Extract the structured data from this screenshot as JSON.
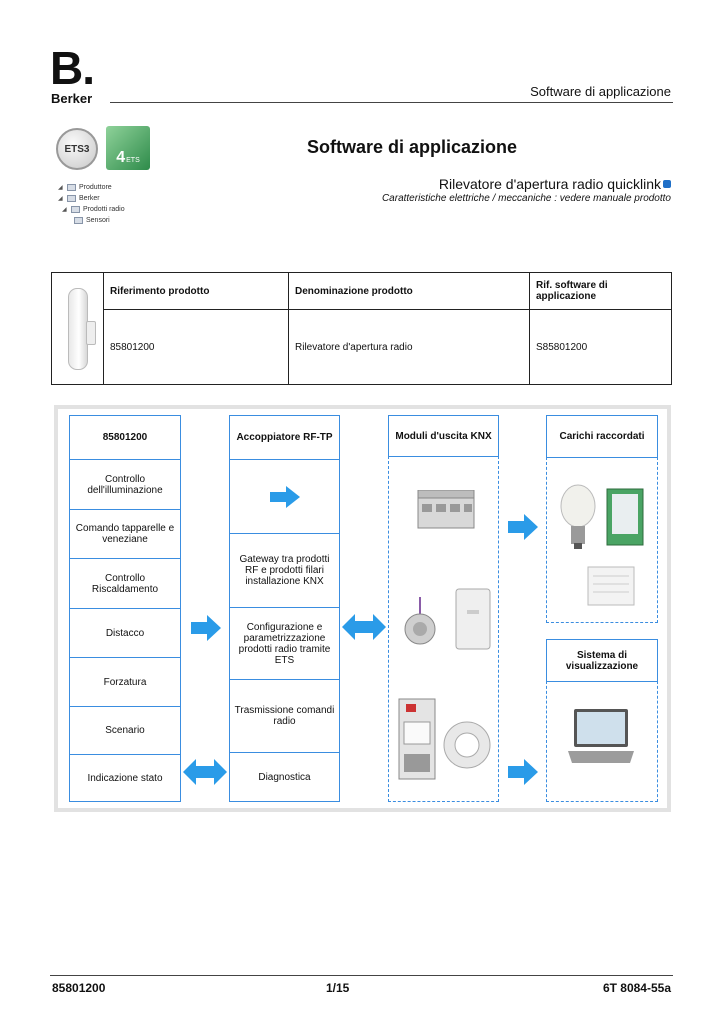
{
  "header": {
    "logo_letter": "B.",
    "logo_word": "Berker",
    "section_title": "Software di applicazione"
  },
  "ets_logos": {
    "ets3": "ETS3",
    "ets4_num": "4",
    "ets4_txt": "ETS"
  },
  "tree": [
    {
      "label": "Produttore"
    },
    {
      "label": "Berker"
    },
    {
      "label": "Prodotti radio"
    },
    {
      "label": "Sensori"
    }
  ],
  "title": {
    "main": "Software di applicazione",
    "product": "Rilevatore d'apertura radio quicklink",
    "note": "Caratteristiche elettriche / meccaniche : vedere manuale prodotto"
  },
  "table": {
    "headers": [
      "Riferimento prodotto",
      "Denominazione prodotto",
      "Rif. software di applicazione"
    ],
    "row": [
      "85801200",
      "Rilevatore d'apertura radio",
      "S85801200"
    ]
  },
  "diagram": {
    "col1": {
      "header": "85801200",
      "items": [
        "Controllo dell'illuminazione",
        "Comando tapparelle e veneziane",
        "Controllo Riscaldamento",
        "Distacco",
        "Forzatura",
        "Scenario",
        "Indicazione stato"
      ]
    },
    "col2": {
      "header": "Accoppiatore RF-TP",
      "items": [
        "Gateway tra prodotti RF e prodotti filari installazione KNX",
        "Configurazione e parametrizzazione prodotti radio tramite ETS",
        "Trasmissione comandi radio",
        "Diagnostica"
      ]
    },
    "col3": {
      "header": "Moduli d'uscita KNX"
    },
    "col4": {
      "header": "Carichi raccordati"
    },
    "col5": {
      "header": "Sistema di visualizzazione"
    },
    "arrow_color": "#2a9be8",
    "border_color": "#3a8de0"
  },
  "footer": {
    "left": "85801200",
    "center": "1/15",
    "right": "6T 8084-55a"
  }
}
